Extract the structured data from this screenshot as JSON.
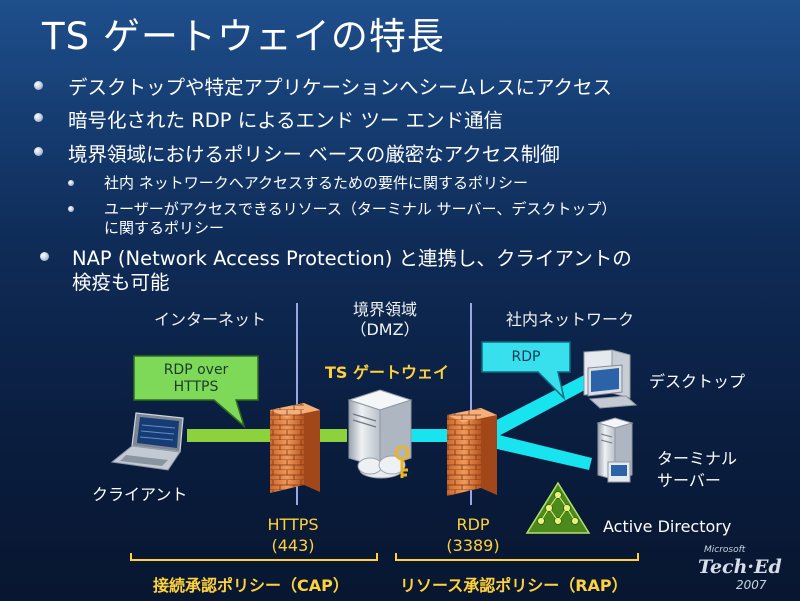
{
  "title": "TS ゲートウェイの特長",
  "bullets": [
    "デスクトップや特定アプリケーションへシームレスにアクセス",
    "暗号化された RDP によるエンド ツー エンド通信",
    "境界領域におけるポリシー ベースの厳密なアクセス制御"
  ],
  "sub_bullets": [
    "社内 ネットワークへアクセスするための要件に関するポリシー",
    "ユーザーがアクセスできるリソース（ターミナル サーバー、デスクトップ）",
    "に関するポリシー"
  ],
  "nap_bullet": {
    "line1": "NAP (Network Access Protection) と連携し、クライアントの",
    "line2": "検疫も可能"
  },
  "diagram": {
    "zone_internet": "インターネット",
    "zone_dmz_1": "境界領域",
    "zone_dmz_2": "（DMZ）",
    "zone_corp": "社内ネットワーク",
    "callout_green_1": "RDP over",
    "callout_green_2": "HTTPS",
    "callout_blue": "RDP",
    "gateway_label": "TS ゲートウェイ",
    "client_label": "クライアント",
    "desktop_label": "デスクトップ",
    "terminal_label_1": "ターミナル",
    "terminal_label_2": "サーバー",
    "ad_label": "Active Directory",
    "https_port_1": "HTTPS",
    "https_port_2": "(443)",
    "rdp_port_1": "RDP",
    "rdp_port_2": "(3389)",
    "cap_label": "接続承認ポリシー（CAP）",
    "rap_label": "リソース承認ポリシー（RAP）"
  },
  "logo": {
    "line1": "Microsoft",
    "line2": "Tech·Ed",
    "line3": "2007"
  },
  "colors": {
    "accent_yellow": "#ffd23c",
    "link_green": "#8bd23c",
    "link_cyan": "#18e4f0"
  }
}
